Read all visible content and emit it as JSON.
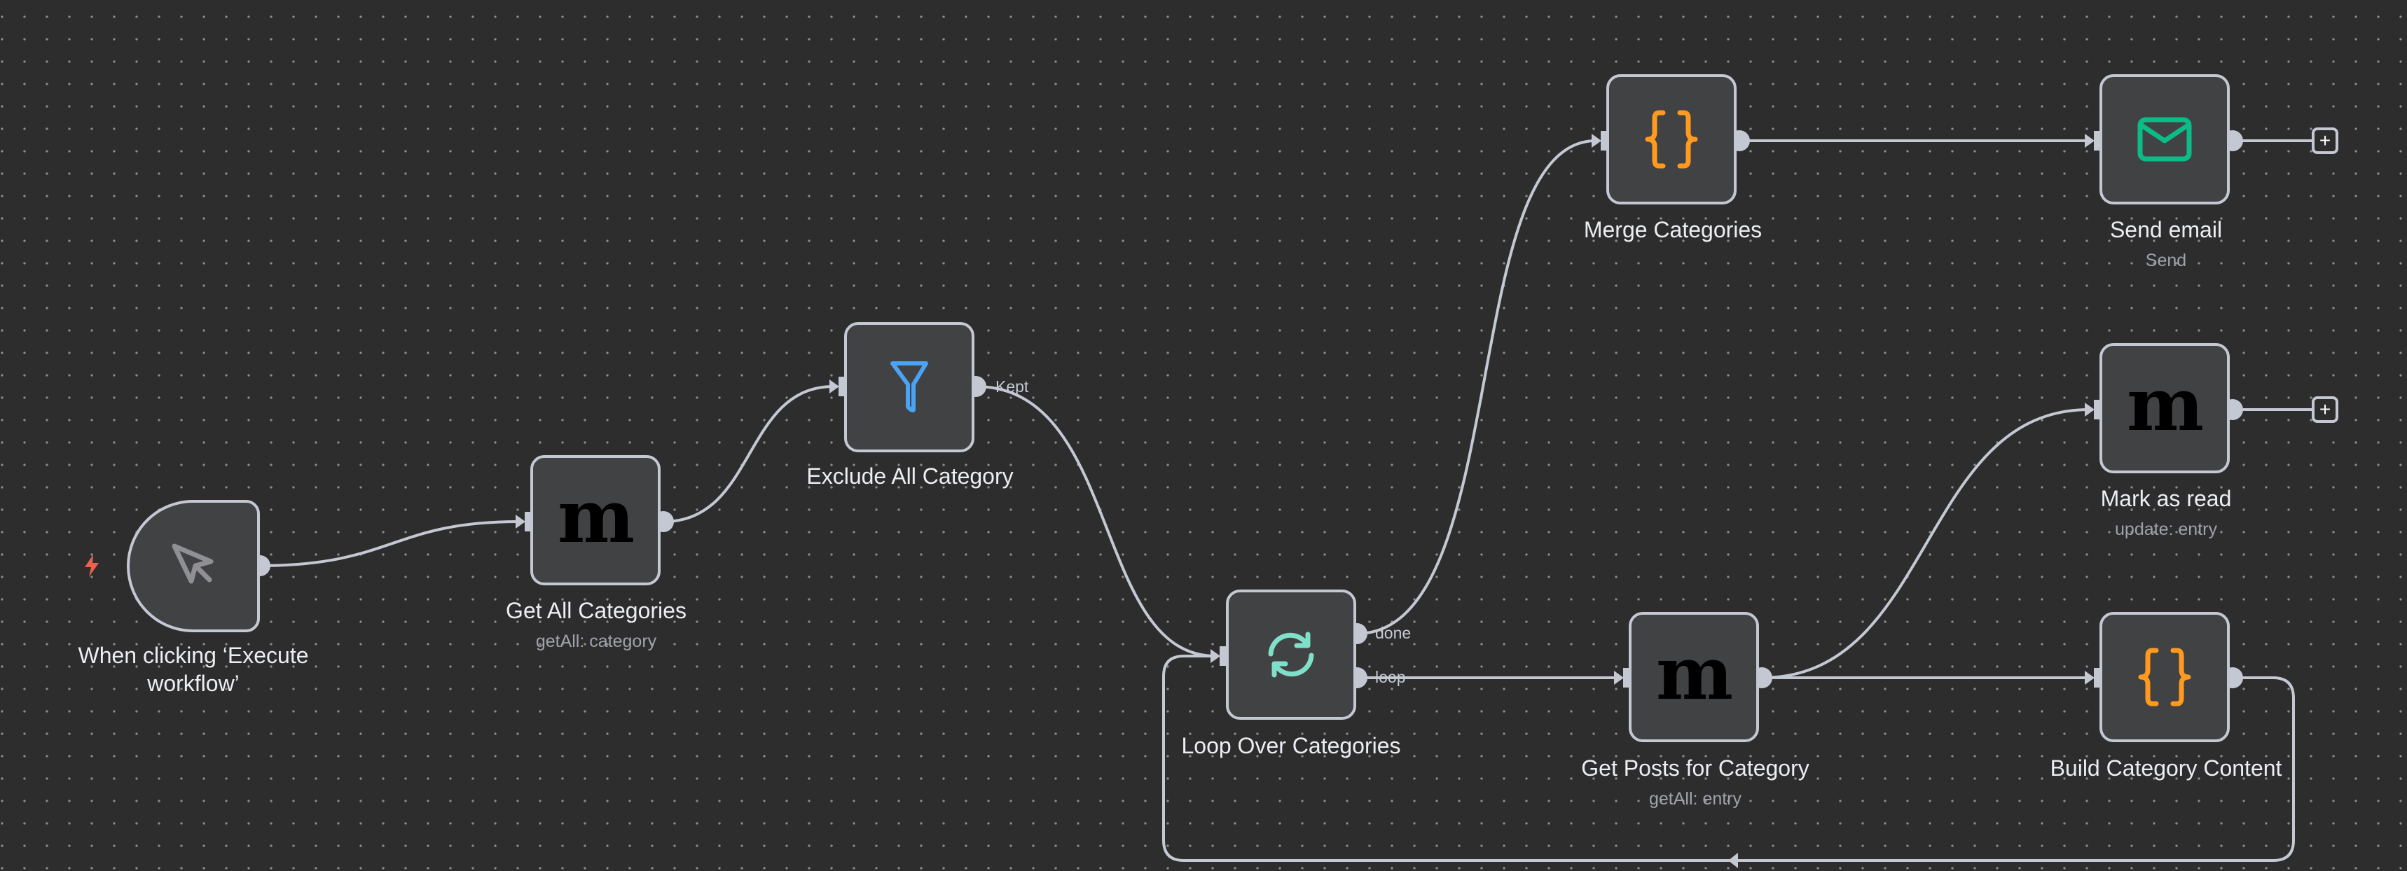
{
  "canvas": {
    "background": "#2d2d2e",
    "edge_color": "#c4c8d2"
  },
  "nodes": {
    "trigger": {
      "label": "When clicking ‘Execute workflow’",
      "icon": "cursor-icon",
      "icon_color": "#8f8f94",
      "trigger_badge_color": "#e8644f"
    },
    "get_all_categories": {
      "label": "Get All Categories",
      "subtitle": "getAll: category",
      "icon": "m-logo-icon"
    },
    "exclude_all_category": {
      "label": "Exclude All Category",
      "icon": "filter-icon",
      "icon_color": "#4aa3f5",
      "output_label": "Kept"
    },
    "loop_over_categories": {
      "label": "Loop Over Categories",
      "icon": "loop-icon",
      "icon_color": "#7fdfc8",
      "outputs": [
        "done",
        "loop"
      ]
    },
    "merge_categories": {
      "label": "Merge Categories",
      "icon": "code-braces-icon",
      "icon_color": "#ff9a1f"
    },
    "send_email": {
      "label": "Send email",
      "subtitle": "Send",
      "icon": "mail-icon",
      "icon_color": "#0cbc87"
    },
    "mark_as_read": {
      "label": "Mark as read",
      "subtitle": "update: entry",
      "icon": "m-logo-icon"
    },
    "get_posts_for_category": {
      "label": "Get Posts for Category",
      "subtitle": "getAll: entry",
      "icon": "m-logo-icon"
    },
    "build_category_content": {
      "label": "Build Category Content",
      "icon": "code-braces-icon",
      "icon_color": "#ff9a1f"
    }
  },
  "m_glyph": "m",
  "plus_glyph": "+",
  "connections": [
    {
      "from": "trigger",
      "to": "get_all_categories"
    },
    {
      "from": "get_all_categories",
      "to": "exclude_all_category"
    },
    {
      "from": "exclude_all_category",
      "output": "Kept",
      "to": "loop_over_categories"
    },
    {
      "from": "loop_over_categories",
      "output": "done",
      "to": "merge_categories"
    },
    {
      "from": "loop_over_categories",
      "output": "loop",
      "to": "get_posts_for_category"
    },
    {
      "from": "merge_categories",
      "to": "send_email"
    },
    {
      "from": "get_posts_for_category",
      "to": "mark_as_read"
    },
    {
      "from": "get_posts_for_category",
      "to": "build_category_content"
    },
    {
      "from": "build_category_content",
      "to": "loop_over_categories"
    }
  ]
}
